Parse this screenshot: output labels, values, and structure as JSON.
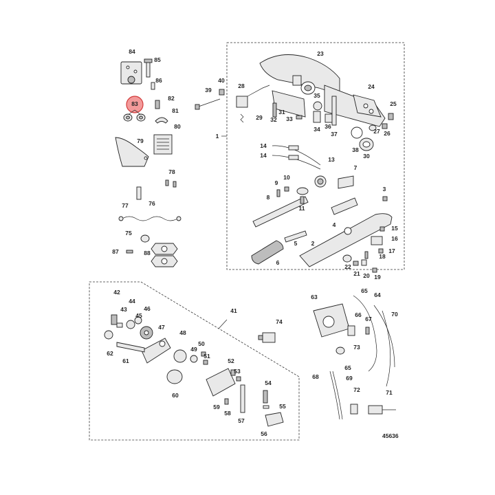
{
  "diagram": {
    "reference_number": "45636",
    "highlighted_callout": "83",
    "highlight_color": "#f39a9a",
    "callouts": [
      {
        "id": "c84",
        "label": "84"
      },
      {
        "id": "c85",
        "label": "85"
      },
      {
        "id": "c86",
        "label": "86"
      },
      {
        "id": "c83",
        "label": "83"
      },
      {
        "id": "c82",
        "label": "82"
      },
      {
        "id": "c81",
        "label": "81"
      },
      {
        "id": "c80",
        "label": "80"
      },
      {
        "id": "c79",
        "label": "79"
      },
      {
        "id": "c78",
        "label": "78"
      },
      {
        "id": "c77",
        "label": "77"
      },
      {
        "id": "c76",
        "label": "76"
      },
      {
        "id": "c75",
        "label": "75"
      },
      {
        "id": "c87",
        "label": "87"
      },
      {
        "id": "c88",
        "label": "88"
      },
      {
        "id": "c39",
        "label": "39"
      },
      {
        "id": "c40",
        "label": "40"
      },
      {
        "id": "c28",
        "label": "28"
      },
      {
        "id": "c29",
        "label": "29"
      },
      {
        "id": "c31",
        "label": "31"
      },
      {
        "id": "c32",
        "label": "32"
      },
      {
        "id": "c33",
        "label": "33"
      },
      {
        "id": "c23",
        "label": "23"
      },
      {
        "id": "c35",
        "label": "35"
      },
      {
        "id": "c34",
        "label": "34"
      },
      {
        "id": "c36",
        "label": "36"
      },
      {
        "id": "c37",
        "label": "37"
      },
      {
        "id": "c24",
        "label": "24"
      },
      {
        "id": "c25",
        "label": "25"
      },
      {
        "id": "c27",
        "label": "27"
      },
      {
        "id": "c26",
        "label": "26"
      },
      {
        "id": "c38",
        "label": "38"
      },
      {
        "id": "c30",
        "label": "30"
      },
      {
        "id": "c1",
        "label": "1"
      },
      {
        "id": "c14a",
        "label": "14"
      },
      {
        "id": "c14b",
        "label": "14"
      },
      {
        "id": "c13",
        "label": "13"
      },
      {
        "id": "c7",
        "label": "7"
      },
      {
        "id": "c9",
        "label": "9"
      },
      {
        "id": "c10",
        "label": "10"
      },
      {
        "id": "c3",
        "label": "3"
      },
      {
        "id": "c8",
        "label": "8"
      },
      {
        "id": "c11",
        "label": "11"
      },
      {
        "id": "c4",
        "label": "4"
      },
      {
        "id": "c15",
        "label": "15"
      },
      {
        "id": "c16",
        "label": "16"
      },
      {
        "id": "c5",
        "label": "5"
      },
      {
        "id": "c2",
        "label": "2"
      },
      {
        "id": "c17",
        "label": "17"
      },
      {
        "id": "c18",
        "label": "18"
      },
      {
        "id": "c6",
        "label": "6"
      },
      {
        "id": "c22",
        "label": "22"
      },
      {
        "id": "c21",
        "label": "21"
      },
      {
        "id": "c20",
        "label": "20"
      },
      {
        "id": "c19",
        "label": "19"
      },
      {
        "id": "c42",
        "label": "42"
      },
      {
        "id": "c41",
        "label": "41"
      },
      {
        "id": "c43",
        "label": "43"
      },
      {
        "id": "c44",
        "label": "44"
      },
      {
        "id": "c45",
        "label": "45"
      },
      {
        "id": "c46",
        "label": "46"
      },
      {
        "id": "c47",
        "label": "47"
      },
      {
        "id": "c48",
        "label": "48"
      },
      {
        "id": "c50",
        "label": "50"
      },
      {
        "id": "c49",
        "label": "49"
      },
      {
        "id": "c51",
        "label": "51"
      },
      {
        "id": "c62",
        "label": "62"
      },
      {
        "id": "c61",
        "label": "61"
      },
      {
        "id": "c52",
        "label": "52"
      },
      {
        "id": "c53",
        "label": "53"
      },
      {
        "id": "c60",
        "label": "60"
      },
      {
        "id": "c54",
        "label": "54"
      },
      {
        "id": "c55",
        "label": "55"
      },
      {
        "id": "c58",
        "label": "58"
      },
      {
        "id": "c59",
        "label": "59"
      },
      {
        "id": "c57",
        "label": "57"
      },
      {
        "id": "c56",
        "label": "56"
      },
      {
        "id": "c74",
        "label": "74"
      },
      {
        "id": "c63",
        "label": "63"
      },
      {
        "id": "c65a",
        "label": "65"
      },
      {
        "id": "c64",
        "label": "64"
      },
      {
        "id": "c66",
        "label": "66"
      },
      {
        "id": "c67",
        "label": "67"
      },
      {
        "id": "c70",
        "label": "70"
      },
      {
        "id": "c73",
        "label": "73"
      },
      {
        "id": "c65b",
        "label": "65"
      },
      {
        "id": "c68",
        "label": "68"
      },
      {
        "id": "c69",
        "label": "69"
      },
      {
        "id": "c72",
        "label": "72"
      },
      {
        "id": "c71",
        "label": "71"
      }
    ]
  }
}
